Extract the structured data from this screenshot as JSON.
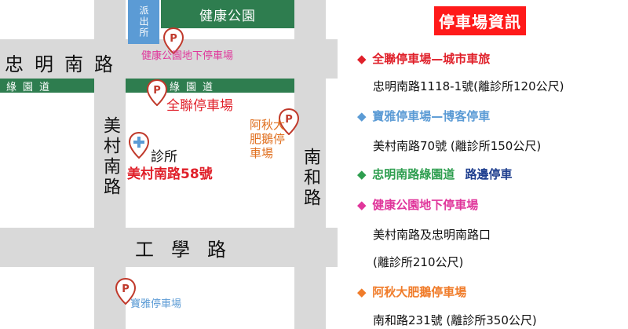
{
  "map": {
    "police": "派出所",
    "park": "健康公園",
    "green_strip_labels": [
      "綠園道",
      "綠園道"
    ],
    "roads": {
      "zhongming": "忠明南路",
      "meicun": "美村南路",
      "gongxue": "工學路",
      "nanhe": "南和路"
    },
    "markers": {
      "park_underground": "健康公園地下停車場",
      "quanlian": "全聯停車場",
      "aqiu": "阿秋大肥鵝停車場",
      "clinic": "診所",
      "clinic_address": "美村南路58號",
      "baoya": "寶雅停車場"
    }
  },
  "panel": {
    "title": "停車場資訊",
    "items": [
      {
        "bullet": "◆",
        "name": "全聯停車場—城市車旅",
        "color": "#e0202a",
        "details": [
          "忠明南路1118-1號(離診所120公尺)"
        ]
      },
      {
        "bullet": "◆",
        "name": "寶雅停車場—博客停車",
        "color": "#5b9bd5",
        "details": [
          "美村南路70號 (離診所150公尺)"
        ]
      },
      {
        "bullet": "◆",
        "name": "忠明南路綠園道",
        "name2": "路邊停車",
        "color": "#2e9e4f",
        "color2": "#1f3f8f",
        "details": []
      },
      {
        "bullet": "◆",
        "name": "健康公園地下停車場",
        "color": "#e0369b",
        "details": [
          "美村南路及忠明南路口",
          "(離診所210公尺)"
        ]
      },
      {
        "bullet": "◆",
        "name": "阿秋大肥鵝停車場",
        "color": "#f07c2a",
        "details": [
          "南和路231號 (離診所350公尺)"
        ]
      }
    ]
  }
}
